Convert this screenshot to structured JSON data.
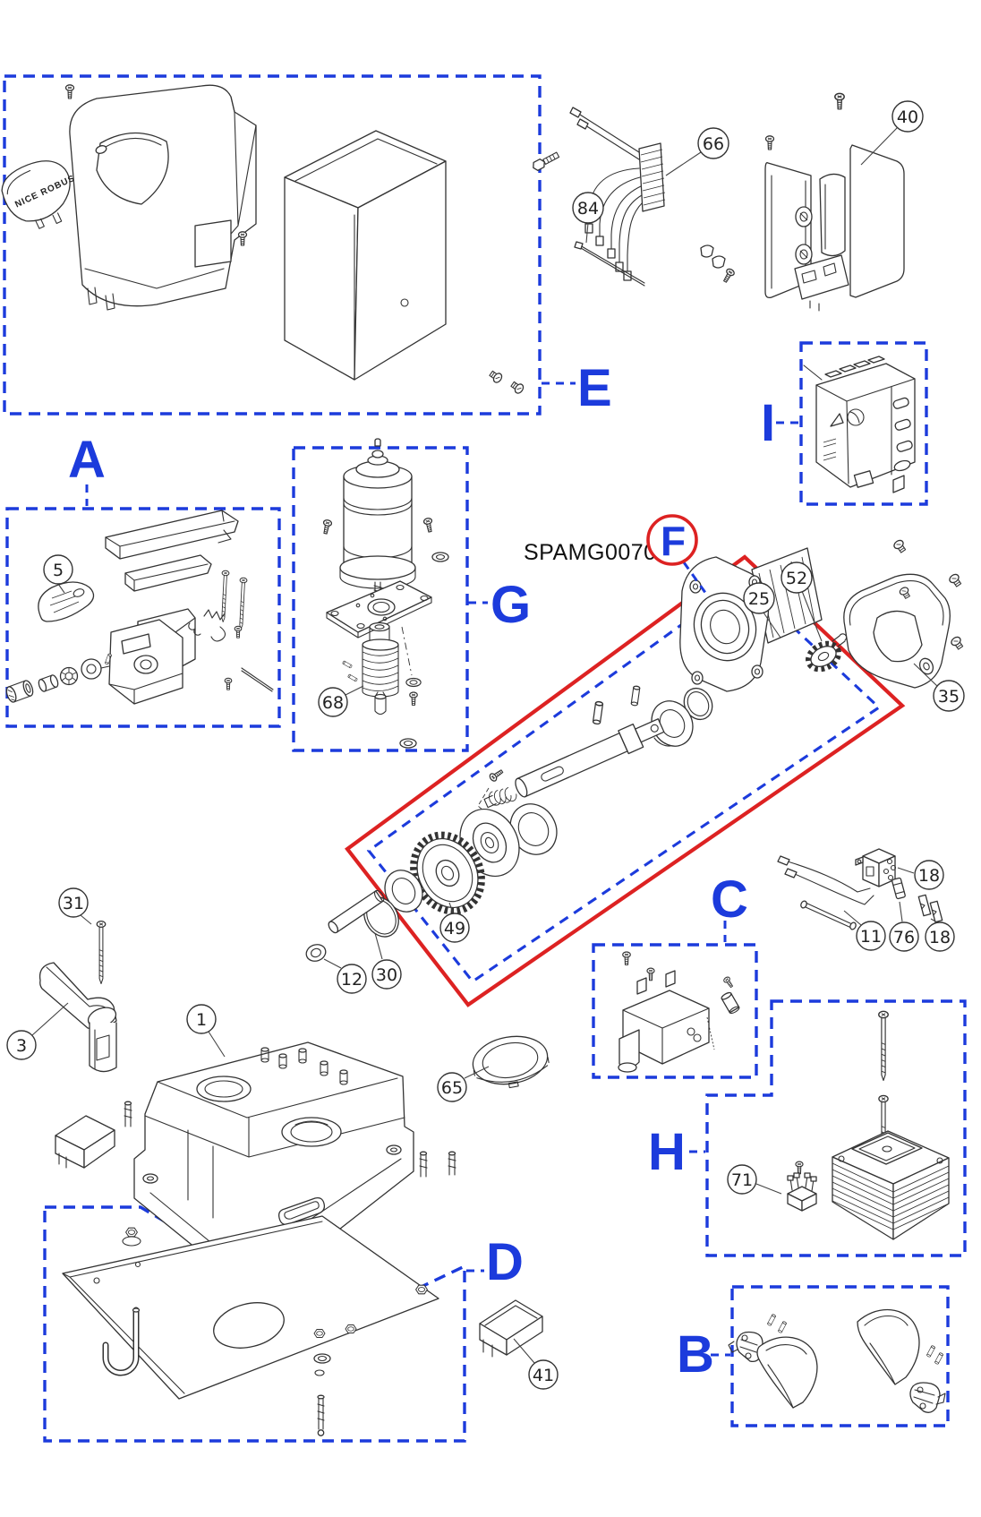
{
  "diagram": {
    "code": "SPAMG00700",
    "product_text": "NICE ROBUS",
    "colors": {
      "section_blue": "#1c3bdc",
      "highlight_red": "#dd2222",
      "line": "#333333"
    },
    "sections": {
      "A": {
        "label": "A"
      },
      "B": {
        "label": "B"
      },
      "C": {
        "label": "C"
      },
      "D": {
        "label": "D"
      },
      "E": {
        "label": "E"
      },
      "F": {
        "label": "F"
      },
      "G": {
        "label": "G"
      },
      "H": {
        "label": "H"
      },
      "I": {
        "label": "I"
      }
    },
    "callouts": {
      "n1": {
        "number": "1"
      },
      "n3": {
        "number": "3"
      },
      "n5": {
        "number": "5"
      },
      "n11": {
        "number": "11"
      },
      "n12": {
        "number": "12"
      },
      "n18a": {
        "number": "18"
      },
      "n18b": {
        "number": "18"
      },
      "n25": {
        "number": "25"
      },
      "n30": {
        "number": "30"
      },
      "n31": {
        "number": "31"
      },
      "n35": {
        "number": "35"
      },
      "n40": {
        "number": "40"
      },
      "n41": {
        "number": "41"
      },
      "n49": {
        "number": "49"
      },
      "n52": {
        "number": "52"
      },
      "n65": {
        "number": "65"
      },
      "n66": {
        "number": "66"
      },
      "n68": {
        "number": "68"
      },
      "n71": {
        "number": "71"
      },
      "n76": {
        "number": "76"
      },
      "n84": {
        "number": "84"
      }
    }
  }
}
